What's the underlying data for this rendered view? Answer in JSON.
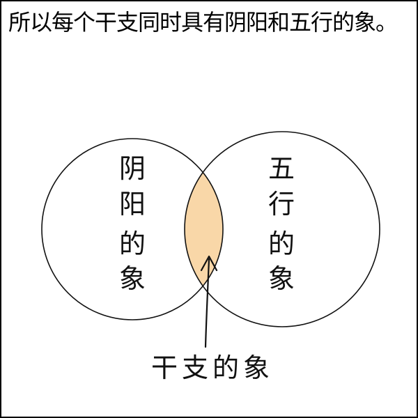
{
  "caption": "所以每个干支同时具有阴阳和五行的象。",
  "left_circle": {
    "label": [
      "阴",
      "阳",
      "的",
      "象"
    ]
  },
  "right_circle": {
    "label": [
      "五",
      "行",
      "的",
      "象"
    ]
  },
  "overlap": {
    "label": "干支的象"
  },
  "colors": {
    "overlap_fill": "#F9D7A8",
    "stroke": "#111111",
    "background": "#FFFFFF"
  }
}
